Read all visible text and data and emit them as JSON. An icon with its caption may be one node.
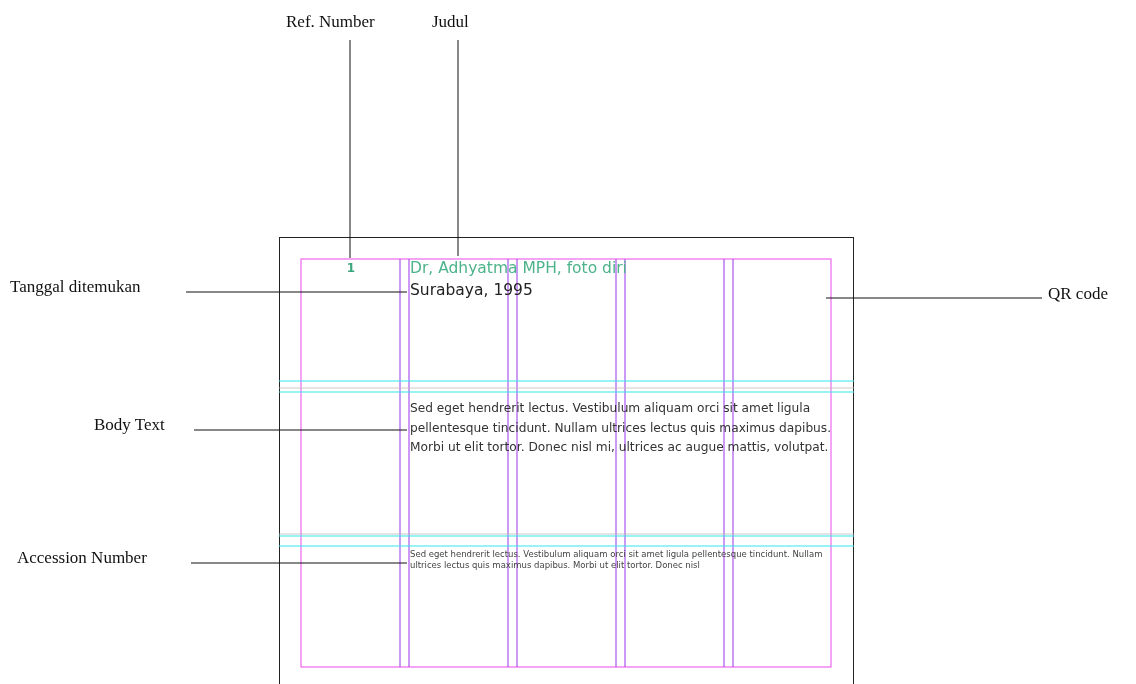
{
  "diagram": {
    "nodes": [
      {
        "text": [
          "Ref. Number"
        ]
      },
      {
        "text": [
          "Judul"
        ]
      },
      {
        "text": [
          "Tanggal ditemukan"
        ]
      },
      {
        "text": [
          "QR code"
        ]
      },
      {
        "text": [],
        "shape": "box"
      },
      {
        "text": [
          "1"
        ],
        "in": 4
      },
      {
        "text": [
          "Dr, Adhyatma MPH, foto diri"
        ],
        "in": 4
      },
      {
        "text": [
          "Surabaya, 1995"
        ],
        "in": 4
      },
      {
        "text": [
          "Body Text"
        ]
      },
      {
        "text": [
          "Sed eget hendrerit lectus. Vestibulum aliquam orci sit amet ligula pellentesque tincidunt. Nullam ultrices lectus quis maximus dapibus. Morbi ut elit tortor. Donec nisl mi, ultrices ac augue mattis, volutpat."
        ],
        "in": 4
      },
      {
        "text": [
          "Accession Number"
        ]
      },
      {
        "text": [
          "Sed eget hendrerit lectus. Vestibulum aliquam orci sit amet ligula pellentesque tincidunt. Nullam ultrices lectus quis maximus dapibus. Morbi ut elit tortor. Donec nisl"
        ],
        "in": 4
      }
    ],
    "edges": [
      {
        "from": 0,
        "to": 5,
        "arrow": "none"
      },
      {
        "from": 1,
        "to": 6,
        "arrow": "none"
      },
      {
        "from": 2,
        "to": 7,
        "arrow": "none"
      },
      {
        "from": 3,
        "to": null,
        "arrow": "none"
      },
      {
        "from": 8,
        "to": 9,
        "arrow": "none"
      },
      {
        "from": 10,
        "to": 11,
        "arrow": "none"
      }
    ]
  }
}
